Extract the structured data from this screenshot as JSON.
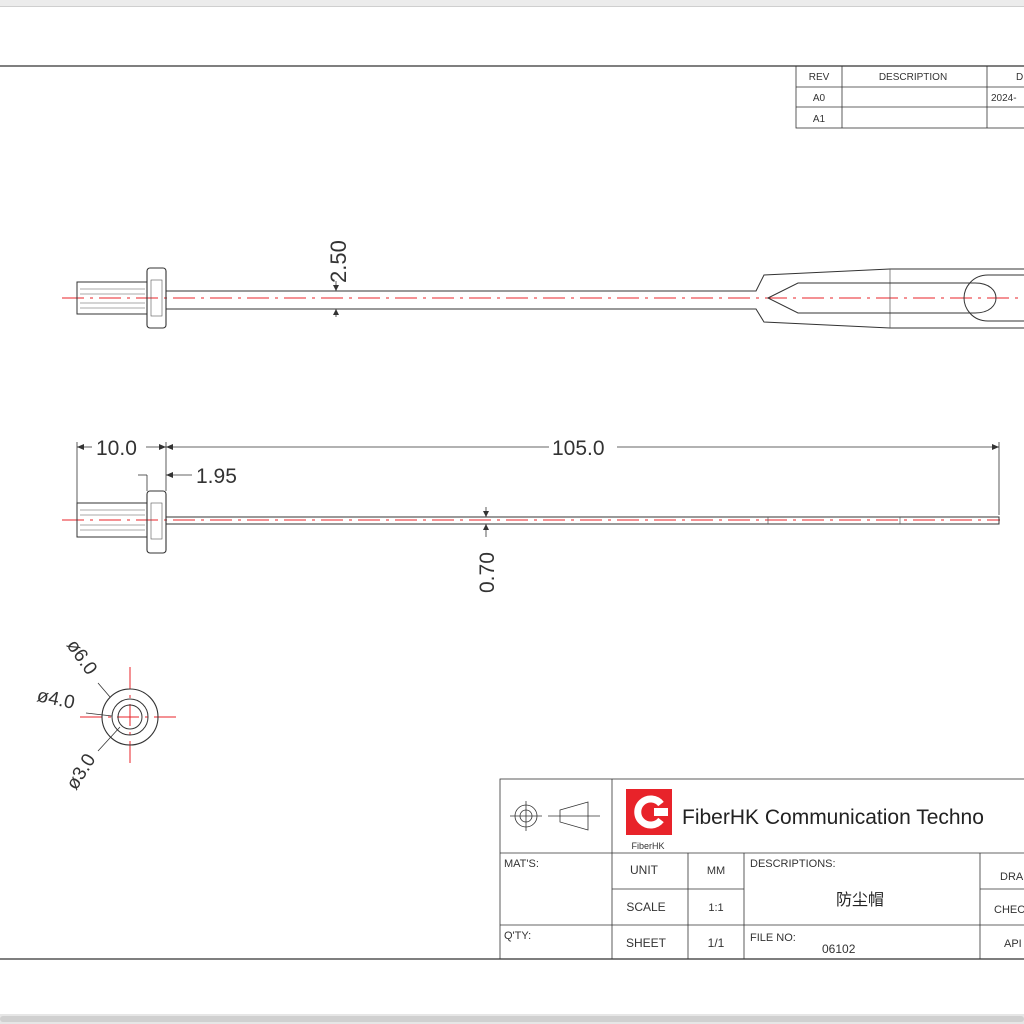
{
  "revision_table": {
    "headers": [
      "REV",
      "DESCRIPTION",
      "D"
    ],
    "rows": [
      {
        "rev": "A0",
        "description": "",
        "date": "2024-"
      },
      {
        "rev": "A1",
        "description": "",
        "date": ""
      }
    ]
  },
  "dimensions": {
    "thickness_top": "2.50",
    "length_head": "10.0",
    "length_total": "105.0",
    "flange": "1.95",
    "thickness_bottom": "0.70",
    "dia_outer": "ø6.0",
    "dia_mid": "ø4.0",
    "dia_inner": "ø3.0"
  },
  "title_block": {
    "company": "FiberHK Communication Techno",
    "logo_text": "FiberHK",
    "mats_label": "MAT'S:",
    "qty_label": "Q'TY:",
    "unit_label": "UNIT",
    "unit_value": "MM",
    "scale_label": "SCALE",
    "scale_value": "1:1",
    "sheet_label": "SHEET",
    "sheet_value": "1/1",
    "descriptions_label": "DESCRIPTIONS:",
    "description_value": "防尘帽",
    "file_no_label": "FILE NO:",
    "file_no_value": "06102",
    "drawn_label": "DRA",
    "checked_label": "CHEC",
    "approved_label": "API"
  },
  "colors": {
    "line": "#333333",
    "centerline": "#e8232a",
    "logo_red": "#e8232a"
  }
}
